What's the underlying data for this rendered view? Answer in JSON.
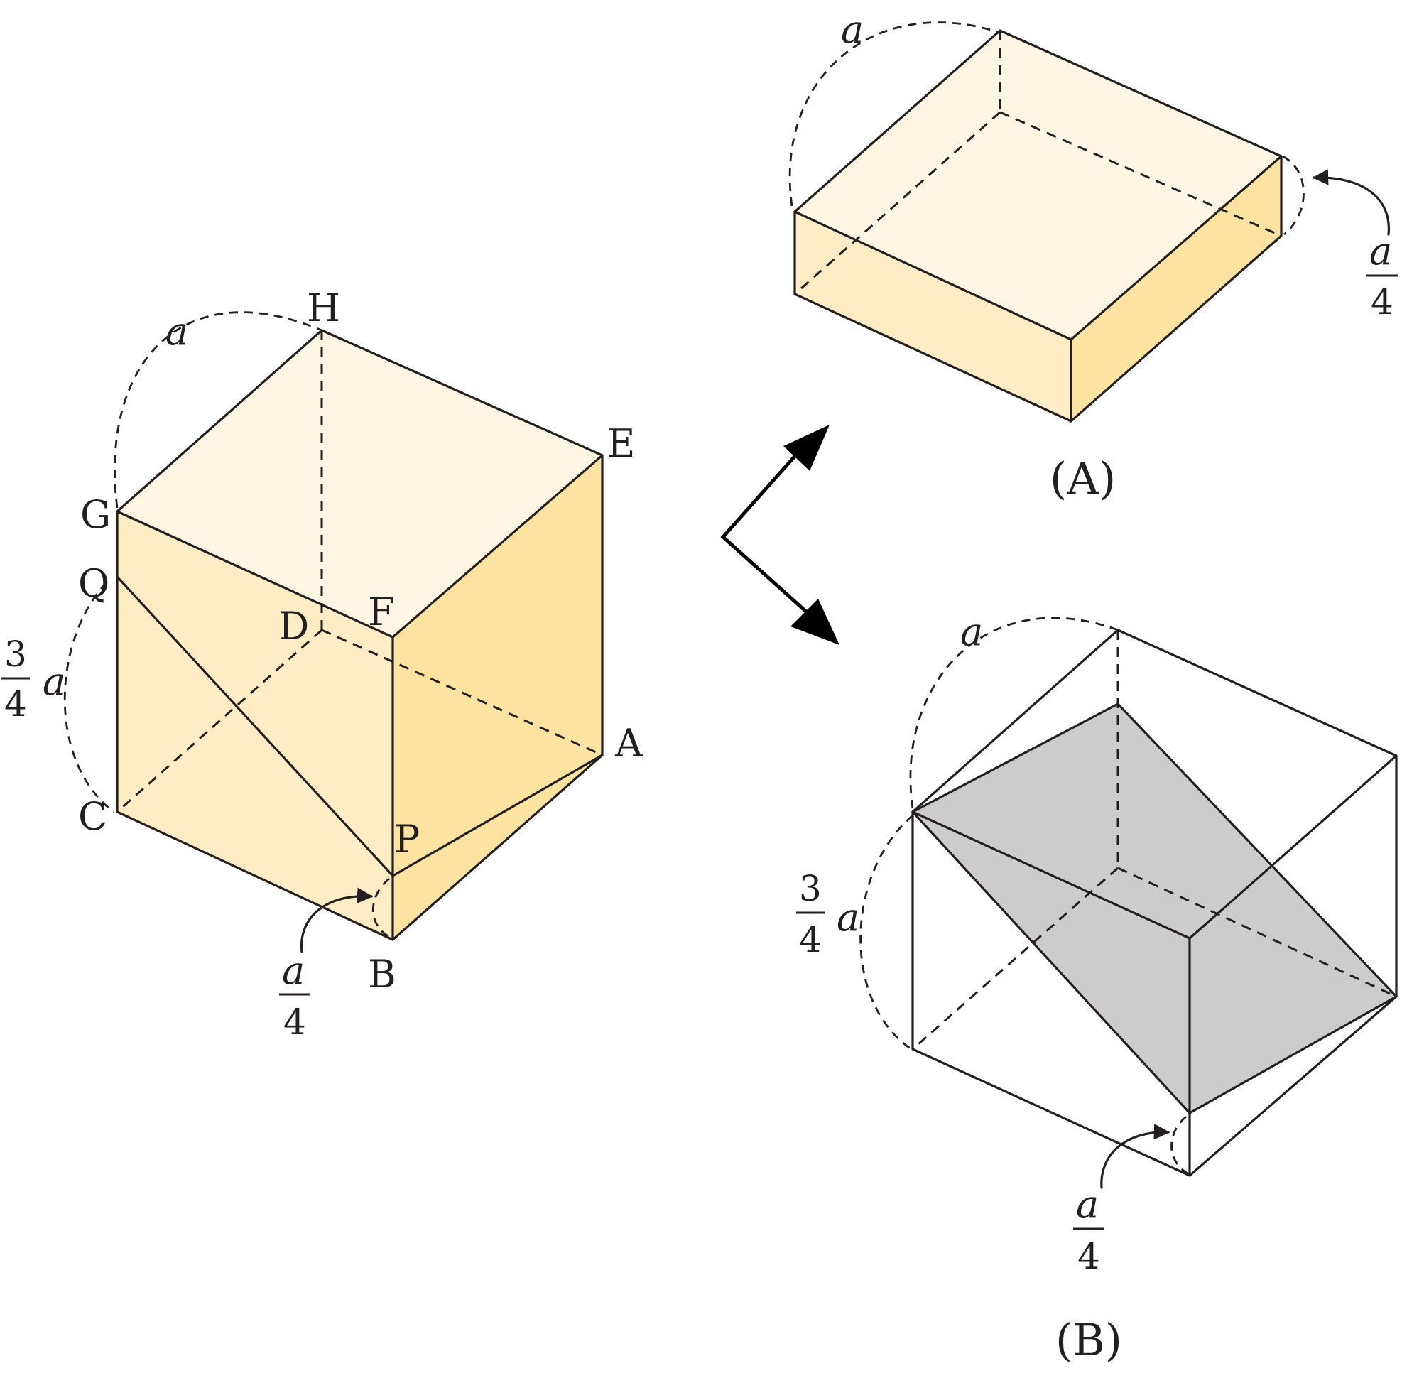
{
  "colors": {
    "top_face": "#fef6e2",
    "front_face": "#fdecc4",
    "right_face": "#fde3a2",
    "section_fill": "#cccccc",
    "stroke": "#231f20"
  },
  "cube": {
    "vertices": [
      "A",
      "B",
      "C",
      "D",
      "E",
      "F",
      "G",
      "H"
    ],
    "points": [
      "P",
      "Q"
    ],
    "edge_label": "a",
    "height_label": {
      "numerator": "3",
      "denominator": "4",
      "variable": "a"
    },
    "bottom_label": {
      "numerator": "a",
      "denominator": "4"
    }
  },
  "piece_a": {
    "caption": "(A)",
    "edge_label": "a",
    "height_label": {
      "numerator": "a",
      "denominator": "4"
    }
  },
  "piece_b": {
    "caption": "(B)",
    "edge_label": "a",
    "height_label": {
      "numerator": "3",
      "denominator": "4",
      "variable": "a"
    },
    "bottom_label": {
      "numerator": "a",
      "denominator": "4"
    }
  }
}
